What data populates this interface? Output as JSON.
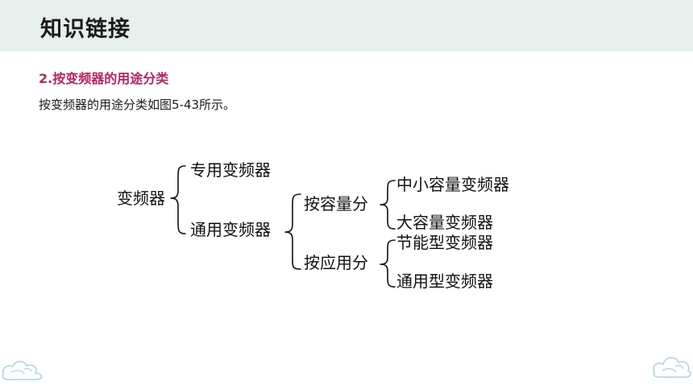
{
  "header": {
    "title": "知识链接"
  },
  "section": {
    "heading": "2.按变频器的用途分类",
    "body": "按变频器的用途分类如图5-43所示。"
  },
  "diagram": {
    "root": "变频器",
    "special": "专用变频器",
    "general": "通用变频器",
    "by_capacity": "按容量分",
    "by_application": "按应用分",
    "mid_small_capacity": "中小容量变频器",
    "large_capacity": "大容量变频器",
    "energy_saving": "节能型变频器",
    "general_type": "通用型变频器"
  },
  "colors": {
    "header_bg": "#e6efec",
    "heading": "#b5245e",
    "text": "#1b1b1b",
    "cloud": "#a9d4e0"
  }
}
